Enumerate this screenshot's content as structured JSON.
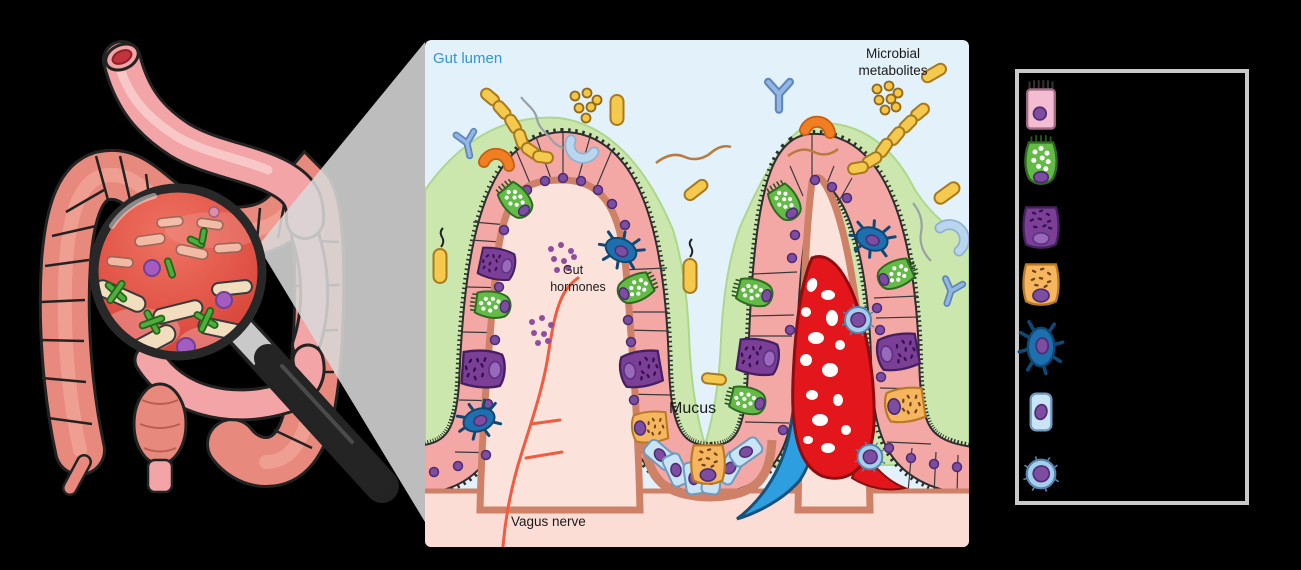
{
  "figure": {
    "panel_labels": {
      "gut_lumen": "Gut lumen",
      "microbial_metabolites": {
        "line1": "Microbial",
        "line2": "metabolites"
      },
      "gut_hormones": {
        "line1": "Gut",
        "line2": "hormones"
      },
      "mucus": "Mucus",
      "vagus_nerve": "Vagus nerve"
    },
    "colors": {
      "label_blue": "#2E97D4",
      "label_black": "#1A1A1A",
      "lumen_bg": "#E3F1FA",
      "mucus_green": "#CBE7AD",
      "epithelium_pink": "#F4A8A6",
      "nucleus_purple": "#7C4DA0",
      "goblet_green": "#64BA47",
      "endocrine_purple": "#7B3F98",
      "paneth_orange": "#F6B55F",
      "dendritic_blue": "#1D6FAE",
      "stem_blue": "#C9E4F5",
      "immune_blue": "#A5CEEC",
      "capillary_red": "#E3161B",
      "lymph_blue": "#2D9FE0",
      "nerve_orange": "#F15B40",
      "hormone_dot_purple": "#8E4D9E",
      "bacteria_yellow": "#F5C84E",
      "bacteria_orange": "#F07E22",
      "antibody_blue": "#6E9CD3",
      "intestine_salmon": "#E8897D",
      "small_intestine_pink": "#F2A4A6",
      "legend_border_gray": "#C9C9C9"
    },
    "legend": {
      "items": [
        {
          "icon": "columnar-epithelial-cell-icon"
        },
        {
          "icon": "goblet-cell-icon"
        },
        {
          "icon": "purple-secretory-cell-icon"
        },
        {
          "icon": "orange-secretory-cell-icon"
        },
        {
          "icon": "dendritic-cell-icon"
        },
        {
          "icon": "light-blue-columnar-cell-icon"
        },
        {
          "icon": "immune-cell-icon"
        }
      ]
    },
    "left_illustration": {
      "icon": "intestines-with-magnifier-illustration"
    }
  }
}
